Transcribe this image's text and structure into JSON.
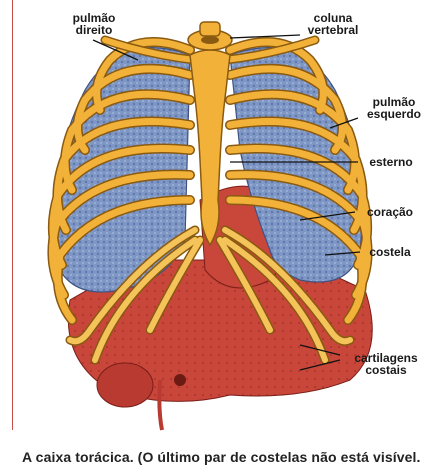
{
  "labels": {
    "pulmao_direito": "pulmão\ndireito",
    "coluna_vertebral": "coluna\nvertebral",
    "pulmao_esquerdo": "pulmão\nesquerdo",
    "esterno": "esterno",
    "coracao": "coração",
    "costela": "costela",
    "cartilagens_costais": "cartilagens\ncostais"
  },
  "caption": "A caixa torácica. (O último par de costelas não está visível.",
  "colors": {
    "lung": "#7f97c4",
    "lung_dark": "#5b74a8",
    "bone": "#f2b23a",
    "bone_edge": "#8a5a10",
    "organ": "#c8463a",
    "organ_dark": "#9c2e26",
    "accent_line": "#c9504a"
  }
}
